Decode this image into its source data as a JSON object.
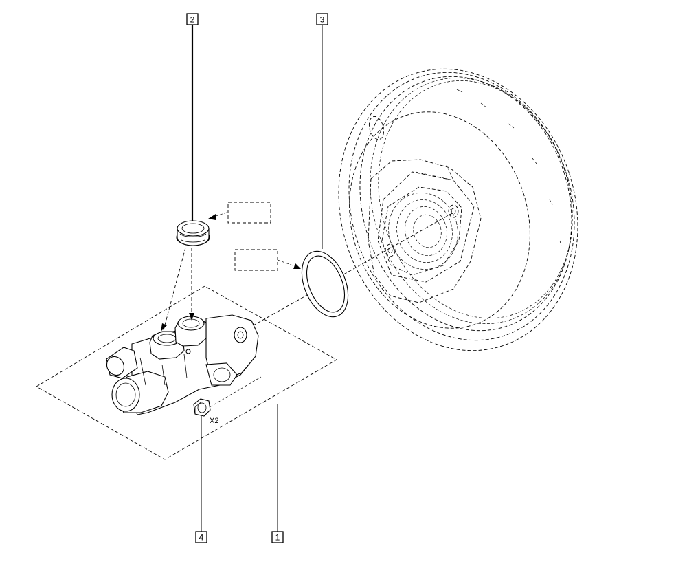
{
  "callouts": [
    {
      "id": "callout-1",
      "label": "1"
    },
    {
      "id": "callout-2",
      "label": "2"
    },
    {
      "id": "callout-3",
      "label": "3"
    },
    {
      "id": "callout-4",
      "label": "4"
    }
  ],
  "quantity_note": "X2",
  "icons": {
    "master-cylinder": "master-cylinder-icon",
    "reservoir-seal": "reservoir-seal-icon",
    "o-ring": "o-ring-icon",
    "nut": "nut-icon",
    "brake-booster": "brake-booster-icon"
  }
}
